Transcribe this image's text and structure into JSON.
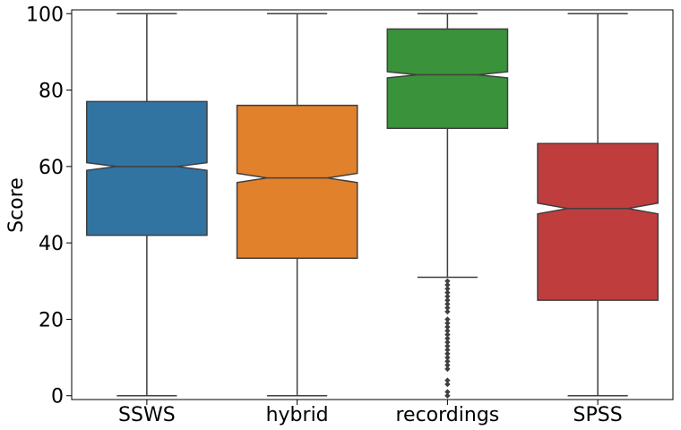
{
  "chart_data": {
    "type": "box",
    "notched": true,
    "title": "",
    "xlabel": "",
    "ylabel": "Score",
    "ylim": [
      -1,
      101
    ],
    "yticks": [
      "0",
      "20",
      "40",
      "60",
      "80",
      "100"
    ],
    "grid": false,
    "categories": [
      "SSWS",
      "hybrid",
      "recordings",
      "SPSS"
    ],
    "boxes": [
      {
        "name": "SSWS",
        "color": "#3274a1",
        "whisker_low": 0,
        "q1": 42,
        "median": 60,
        "q3": 77,
        "whisker_high": 100,
        "notch_low": 59,
        "notch_high": 61,
        "outliers": []
      },
      {
        "name": "hybrid",
        "color": "#e1812c",
        "whisker_low": 0,
        "q1": 36,
        "median": 57,
        "q3": 76,
        "whisker_high": 100,
        "notch_low": 55.8,
        "notch_high": 58.2,
        "outliers": []
      },
      {
        "name": "recordings",
        "color": "#3a923a",
        "whisker_low": 31,
        "q1": 70,
        "median": 84,
        "q3": 96,
        "whisker_high": 100,
        "notch_low": 83.2,
        "notch_high": 84.8,
        "outliers": [
          0,
          1,
          3,
          4,
          7,
          8,
          9,
          10,
          11,
          12,
          13,
          14,
          15,
          16,
          17,
          18,
          19,
          20,
          22,
          23,
          24,
          25,
          26,
          27,
          28,
          29,
          30
        ]
      },
      {
        "name": "SPSS",
        "color": "#c03d3e",
        "whisker_low": 0,
        "q1": 25,
        "median": 49,
        "q3": 66,
        "whisker_high": 100,
        "notch_low": 47.6,
        "notch_high": 50.4,
        "outliers": []
      }
    ]
  }
}
